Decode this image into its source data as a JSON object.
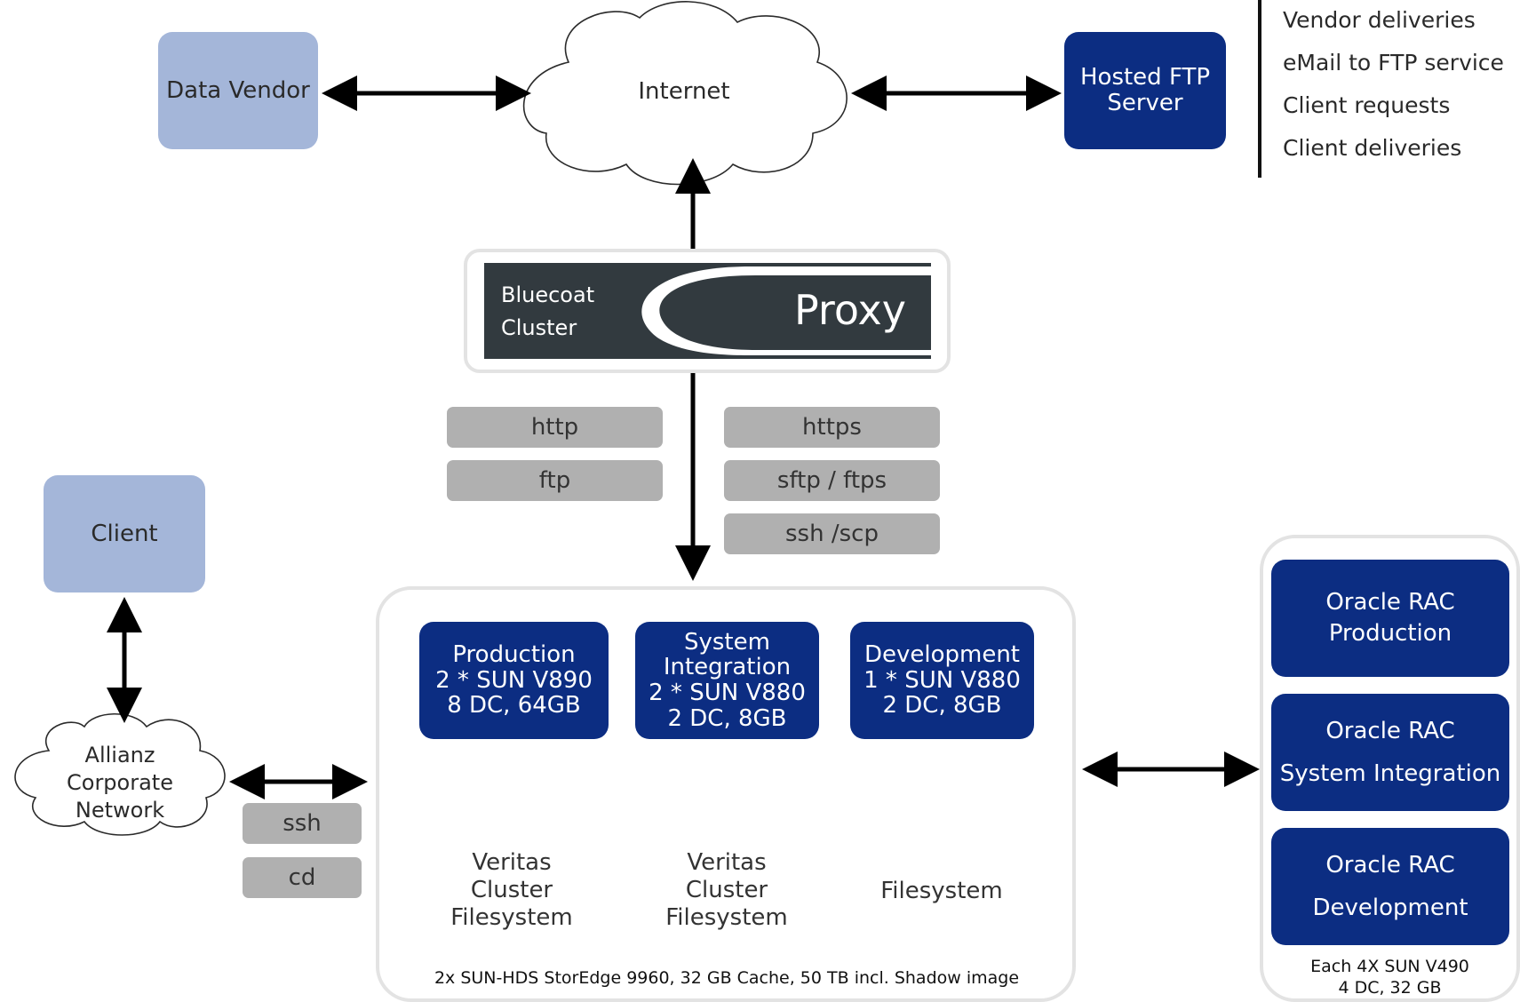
{
  "nodes": {
    "data_vendor": "Data Vendor",
    "internet": "Internet",
    "hosted_ftp": "Hosted FTP\nServer",
    "client": "Client",
    "allianz_network": "Allianz\nCorporate\nNetwork",
    "proxy_left": "Bluecoat\nCluster",
    "proxy_right": "Proxy"
  },
  "legend": [
    "Vendor deliveries",
    "eMail to FTP service",
    "Client requests",
    "Client deliveries"
  ],
  "protocols_left": [
    "http",
    "ftp"
  ],
  "protocols_right": [
    "https",
    "sftp / ftps",
    "ssh /scp"
  ],
  "client_protocols": [
    "ssh",
    "cd"
  ],
  "servers": [
    {
      "label": "Production\n2 * SUN V890\n8 DC, 64GB"
    },
    {
      "label": "System\nIntegration\n2 * SUN V880\n2 DC, 8GB"
    },
    {
      "label": "Development\n1 * SUN V880\n2 DC, 8GB"
    }
  ],
  "storage": [
    {
      "label": "Veritas\nCluster\nFilesystem"
    },
    {
      "label": "Veritas\nCluster\nFilesystem"
    },
    {
      "label": "Filesystem"
    }
  ],
  "storage_note": "2x SUN-HDS StorEdge 9960, 32 GB Cache, 50 TB incl. Shadow image",
  "oracle": [
    {
      "label": "Oracle RAC\nProduction"
    },
    {
      "label": "Oracle RAC\nSystem Integration"
    },
    {
      "label": "Oracle RAC\nDevelopment"
    }
  ],
  "oracle_note": "Each 4X SUN V490\n4 DC, 32 GB",
  "colors": {
    "light_box": "#a4b6d9",
    "dark_box": "#0c2d82",
    "proxy_bg": "#323a3f",
    "pill": "#b0b0b0",
    "cylinder": "#ababab"
  }
}
